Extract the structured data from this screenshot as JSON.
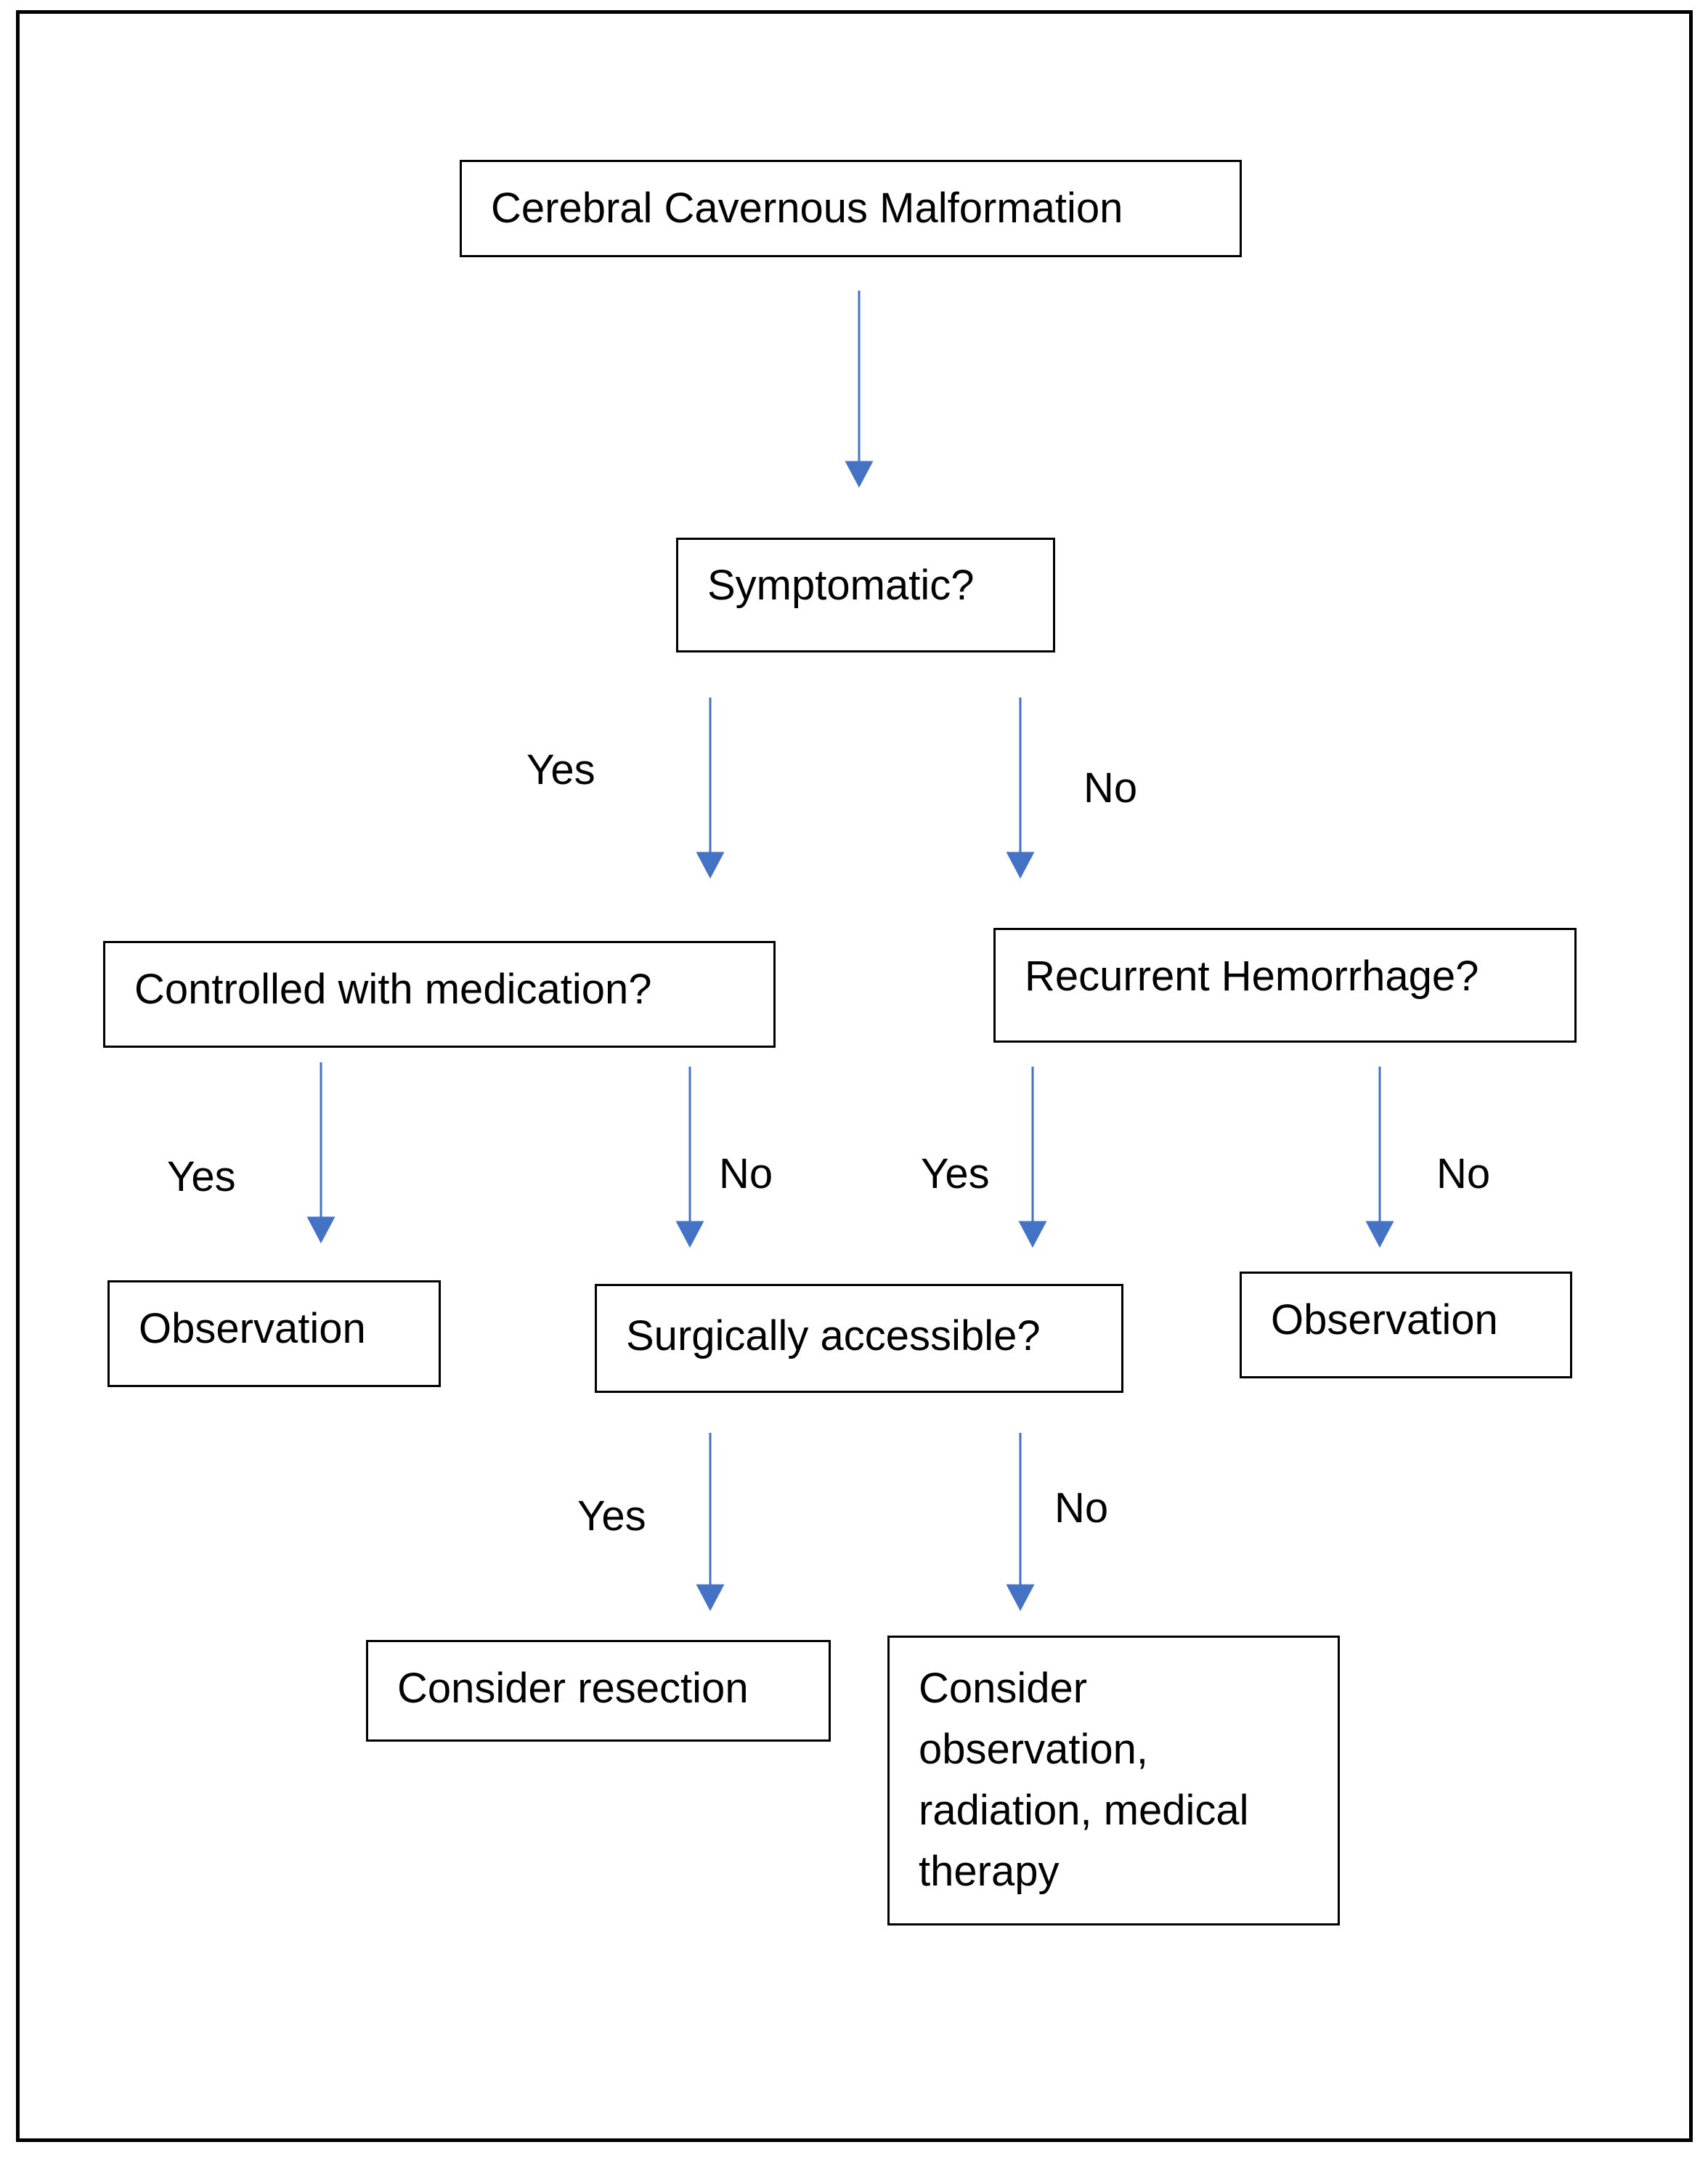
{
  "nodes": {
    "root": "Cerebral Cavernous Malformation",
    "symptomatic": "Symptomatic?",
    "controlled": "Controlled with medication?",
    "recurrent": "Recurrent Hemorrhage?",
    "observation_left": "Observation",
    "surgical": "Surgically accessible?",
    "observation_right": "Observation",
    "resection": "Consider resection",
    "alternatives": "Consider observation, radiation, medical therapy"
  },
  "edges": {
    "symptomatic_yes": "Yes",
    "symptomatic_no": "No",
    "controlled_yes": "Yes",
    "controlled_no": "No",
    "recurrent_yes": "Yes",
    "recurrent_no": "No",
    "surgical_yes": "Yes",
    "surgical_no": "No"
  },
  "colors": {
    "arrow": "#4472C4",
    "border": "#000000"
  }
}
